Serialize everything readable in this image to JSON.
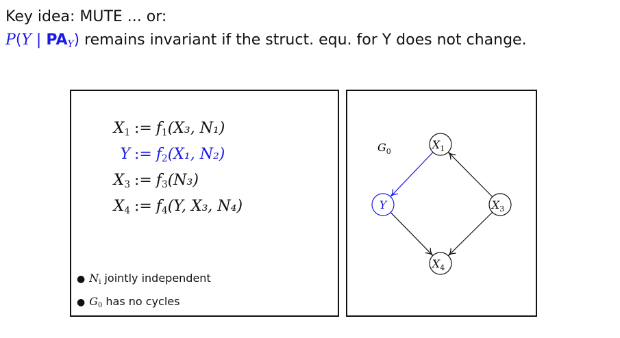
{
  "header": {
    "line1": "Key idea: MUTE ... or:",
    "line2_P": "P",
    "line2_open": "(",
    "line2_Y": "Y",
    "line2_bar": " | ",
    "line2_PA": "PA",
    "line2_PA_sub": "Y",
    "line2_close": ")",
    "line2_text": " remains invariant if the struct. equ. for Y does not change."
  },
  "equations": [
    {
      "lhs": "X",
      "lhs_sub": "1",
      "op": ":=",
      "f": "f",
      "f_sub": "1",
      "args": "(X₃, N₁)",
      "highlight": false
    },
    {
      "lhs": "Y",
      "lhs_sub": "",
      "op": ":=",
      "f": "f",
      "f_sub": "2",
      "args": "(X₁, N₂)",
      "highlight": true
    },
    {
      "lhs": "X",
      "lhs_sub": "3",
      "op": ":=",
      "f": "f",
      "f_sub": "3",
      "args": "(N₃)",
      "highlight": false
    },
    {
      "lhs": "X",
      "lhs_sub": "4",
      "op": ":=",
      "f": "f",
      "f_sub": "4",
      "args": "(Y, X₃, N₄)",
      "highlight": false
    }
  ],
  "bullets": [
    {
      "var": "N",
      "sub": "i",
      "text": " jointly independent"
    },
    {
      "var": "G",
      "sub": "0",
      "text": " has no cycles"
    }
  ],
  "graph": {
    "label": "G",
    "label_sub": "0",
    "nodes": [
      {
        "id": "X1",
        "name": "X",
        "sub": "1",
        "color": "#111111"
      },
      {
        "id": "Y",
        "name": "Y",
        "sub": "",
        "color": "#1a1ae6"
      },
      {
        "id": "X3",
        "name": "X",
        "sub": "3",
        "color": "#111111"
      },
      {
        "id": "X4",
        "name": "X",
        "sub": "4",
        "color": "#111111"
      }
    ],
    "edges": [
      {
        "from": "X1",
        "to": "Y",
        "color": "#1a1ae6"
      },
      {
        "from": "X3",
        "to": "X1",
        "color": "#111111"
      },
      {
        "from": "Y",
        "to": "X4",
        "color": "#111111"
      },
      {
        "from": "X3",
        "to": "X4",
        "color": "#111111"
      }
    ]
  },
  "colors": {
    "highlight": "#1a1ae6",
    "text": "#111111"
  }
}
